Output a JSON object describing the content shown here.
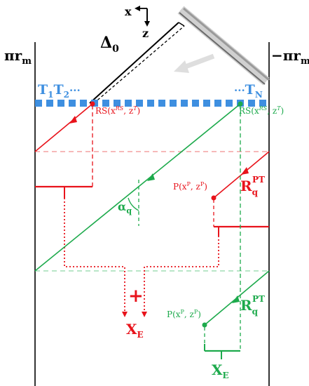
{
  "colors": {
    "black": "#000000",
    "red": "#e8131b",
    "red_light": "#f08f8f",
    "green": "#1daa4c",
    "green_light": "#8fd6a6",
    "blue": "#3e8fe0",
    "gray": "#bfbfbf",
    "mirror_dark": "#6a6a6a"
  },
  "labels": {
    "left_boundary": "πr",
    "left_boundary_sub": "m",
    "right_boundary": "−πr",
    "right_boundary_sub": "m",
    "axis_x": "x",
    "axis_z": "z",
    "delta": "Δ",
    "delta_sub": "0",
    "detectors_left": "T",
    "detectors_left_sub1": "1",
    "detectors_left_sub2": "2",
    "detectors_left_dots": "···",
    "detectors_right_dots": "···",
    "detectors_right": "T",
    "detectors_right_sub": "N",
    "rs_red": "RS(x",
    "rs_red_sup": "RS",
    "rs_red_tail": ", z",
    "rs_red_sup2": "T",
    "rs_red_close": ")",
    "rs_green": "RS(x",
    "rs_green_sup": "RS",
    "rs_green_tail": ", z",
    "rs_green_sup2": "T",
    "rs_green_close": ")",
    "alpha": "α",
    "alpha_sub": "q",
    "p_red": "P(x",
    "p_red_sup": "P",
    "p_red_mid": ", z",
    "p_red_sup2": "P",
    "p_red_close": ")",
    "p_green": "P(x",
    "p_green_sup": "P",
    "p_green_mid": ", z",
    "p_green_sup2": "P",
    "p_green_close": ")",
    "r_red": "R",
    "r_red_sub": "q",
    "r_red_sup": "PT",
    "r_green": "R",
    "r_green_sub": "q",
    "r_green_sup": "PT",
    "plus": "+",
    "xe_red": "X",
    "xe_red_sub": "E",
    "xe_green": "X",
    "xe_green_sub": "E"
  }
}
